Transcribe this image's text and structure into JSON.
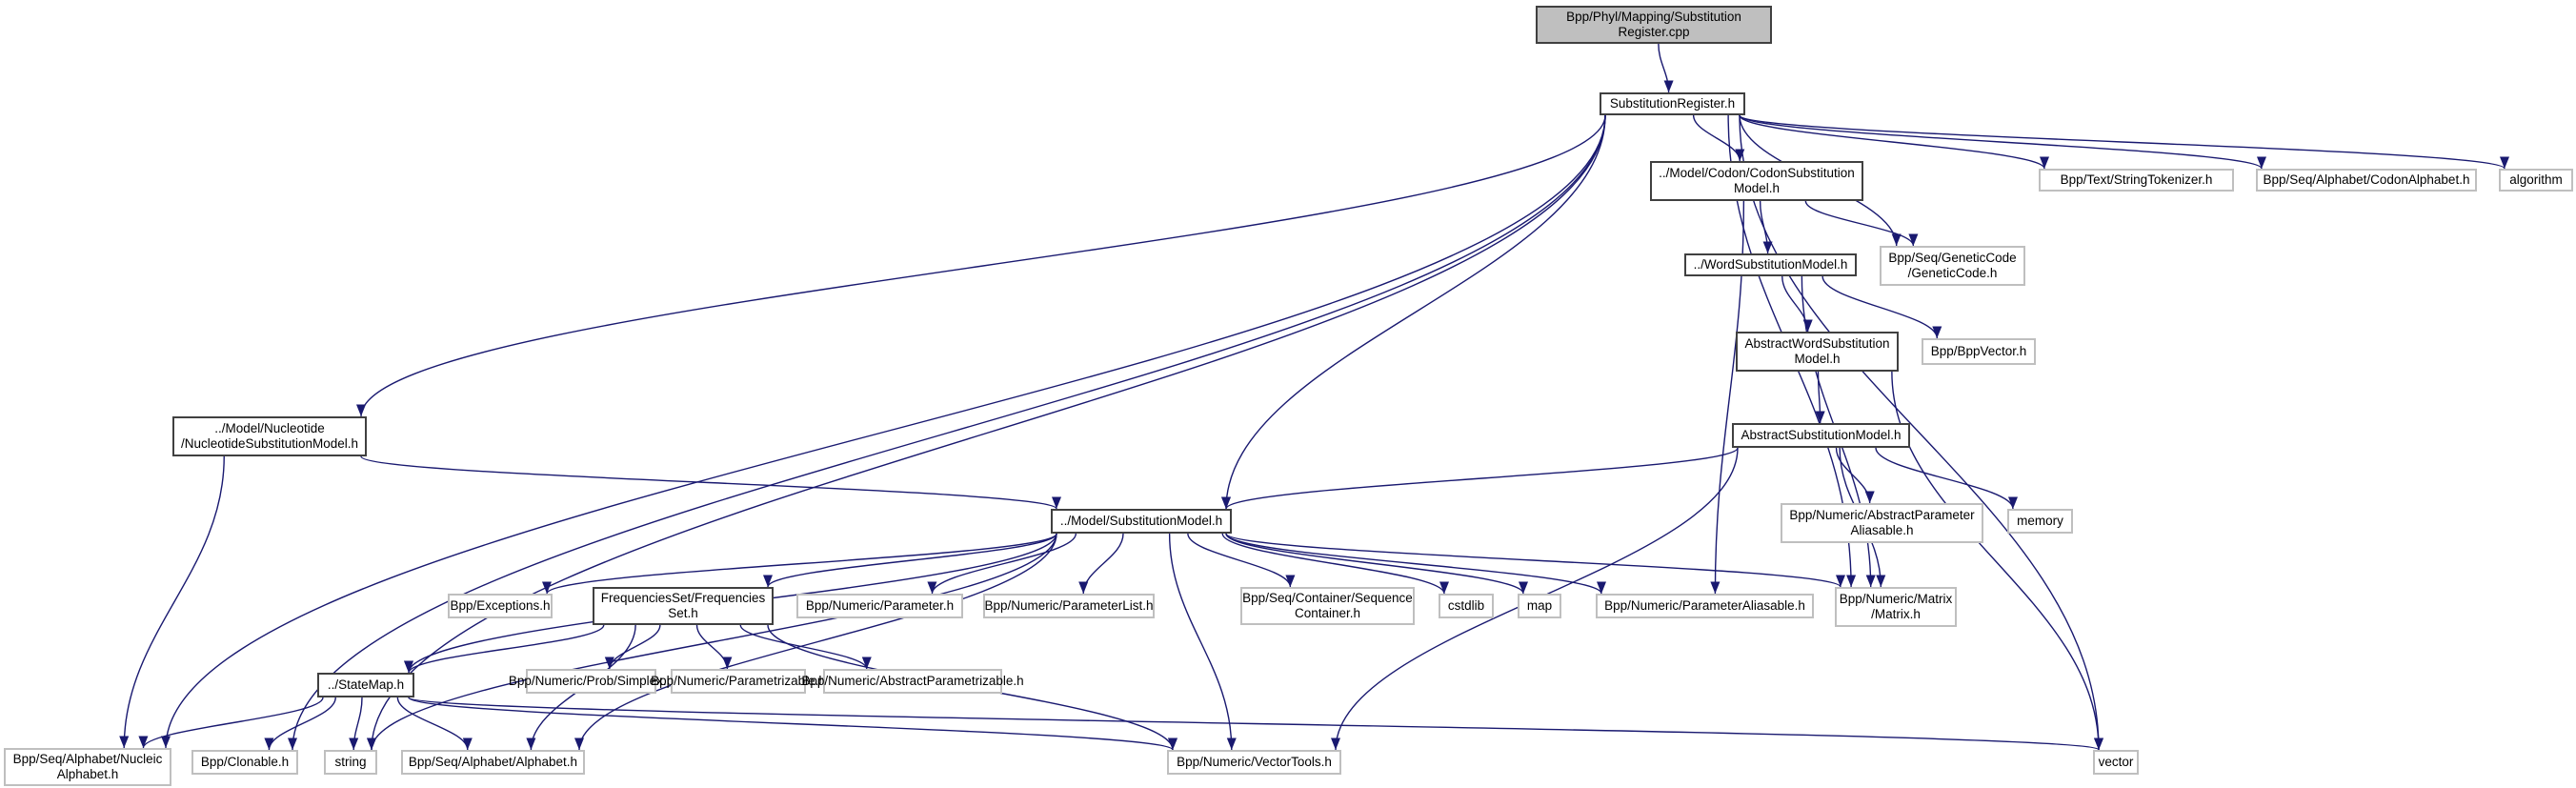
{
  "graph": {
    "title": "Include dependency graph for SubstitutionRegister.cpp",
    "edge_color": "#191970",
    "nodes": [
      {
        "id": "root",
        "label": "Bpp/Phyl/Mapping/Substitution\nRegister.cpp",
        "kind": "root"
      },
      {
        "id": "subreg",
        "label": "SubstitutionRegister.h",
        "kind": "local"
      },
      {
        "id": "codonsm",
        "label": "../Model/Codon/CodonSubstitution\nModel.h",
        "kind": "local"
      },
      {
        "id": "strtok",
        "label": "Bpp/Text/StringTokenizer.h",
        "kind": "sys"
      },
      {
        "id": "codonalpha",
        "label": "Bpp/Seq/Alphabet/CodonAlphabet.h",
        "kind": "sys"
      },
      {
        "id": "algorithm",
        "label": "algorithm",
        "kind": "sys"
      },
      {
        "id": "geneticcode",
        "label": "Bpp/Seq/GeneticCode\n/GeneticCode.h",
        "kind": "sys"
      },
      {
        "id": "wordsm",
        "label": "../WordSubstitutionModel.h",
        "kind": "local"
      },
      {
        "id": "abswordsm",
        "label": "AbstractWordSubstitution\nModel.h",
        "kind": "local"
      },
      {
        "id": "bppvector",
        "label": "Bpp/BppVector.h",
        "kind": "sys"
      },
      {
        "id": "abssm",
        "label": "AbstractSubstitutionModel.h",
        "kind": "local"
      },
      {
        "id": "nucsm",
        "label": "../Model/Nucleotide\n/NucleotideSubstitutionModel.h",
        "kind": "local"
      },
      {
        "id": "sm",
        "label": "../Model/SubstitutionModel.h",
        "kind": "local"
      },
      {
        "id": "absparamalias",
        "label": "Bpp/Numeric/AbstractParameter\nAliasable.h",
        "kind": "sys"
      },
      {
        "id": "memory",
        "label": "memory",
        "kind": "sys"
      },
      {
        "id": "exceptions",
        "label": "Bpp/Exceptions.h",
        "kind": "sys"
      },
      {
        "id": "freqset",
        "label": "FrequenciesSet/Frequencies\nSet.h",
        "kind": "local"
      },
      {
        "id": "parameter",
        "label": "Bpp/Numeric/Parameter.h",
        "kind": "sys"
      },
      {
        "id": "paramlist",
        "label": "Bpp/Numeric/ParameterList.h",
        "kind": "sys"
      },
      {
        "id": "seqcontainer",
        "label": "Bpp/Seq/Container/Sequence\nContainer.h",
        "kind": "sys"
      },
      {
        "id": "cstdlib",
        "label": "cstdlib",
        "kind": "sys"
      },
      {
        "id": "map",
        "label": "map",
        "kind": "sys"
      },
      {
        "id": "paramalias",
        "label": "Bpp/Numeric/ParameterAliasable.h",
        "kind": "sys"
      },
      {
        "id": "matrix",
        "label": "Bpp/Numeric/Matrix\n/Matrix.h",
        "kind": "sys"
      },
      {
        "id": "simplex",
        "label": "Bpp/Numeric/Prob/Simplex.h",
        "kind": "sys"
      },
      {
        "id": "parametrizable",
        "label": "Bpp/Numeric/Parametrizable.h",
        "kind": "sys"
      },
      {
        "id": "absparametrizable",
        "label": "Bpp/Numeric/AbstractParametrizable.h",
        "kind": "sys"
      },
      {
        "id": "statemap",
        "label": "../StateMap.h",
        "kind": "local"
      },
      {
        "id": "nucalpha",
        "label": "Bpp/Seq/Alphabet/Nucleic\nAlphabet.h",
        "kind": "sys"
      },
      {
        "id": "clonable",
        "label": "Bpp/Clonable.h",
        "kind": "sys"
      },
      {
        "id": "string",
        "label": "string",
        "kind": "sys"
      },
      {
        "id": "alphabet",
        "label": "Bpp/Seq/Alphabet/Alphabet.h",
        "kind": "sys"
      },
      {
        "id": "vectortools",
        "label": "Bpp/Numeric/VectorTools.h",
        "kind": "sys"
      },
      {
        "id": "vector",
        "label": "vector",
        "kind": "sys"
      }
    ],
    "edges": [
      [
        "root",
        "subreg"
      ],
      [
        "subreg",
        "codonsm"
      ],
      [
        "subreg",
        "strtok"
      ],
      [
        "subreg",
        "codonalpha"
      ],
      [
        "subreg",
        "algorithm"
      ],
      [
        "subreg",
        "geneticcode"
      ],
      [
        "subreg",
        "nucsm"
      ],
      [
        "subreg",
        "sm"
      ],
      [
        "subreg",
        "nucalpha"
      ],
      [
        "subreg",
        "clonable"
      ],
      [
        "subreg",
        "string"
      ],
      [
        "subreg",
        "vector"
      ],
      [
        "subreg",
        "matrix"
      ],
      [
        "codonsm",
        "wordsm"
      ],
      [
        "codonsm",
        "geneticcode"
      ],
      [
        "codonsm",
        "paramalias"
      ],
      [
        "wordsm",
        "abswordsm"
      ],
      [
        "wordsm",
        "bppvector"
      ],
      [
        "wordsm",
        "matrix"
      ],
      [
        "abswordsm",
        "abssm"
      ],
      [
        "abswordsm",
        "vector"
      ],
      [
        "abssm",
        "sm"
      ],
      [
        "abssm",
        "absparamalias"
      ],
      [
        "abssm",
        "memory"
      ],
      [
        "abssm",
        "vectortools"
      ],
      [
        "abssm",
        "matrix"
      ],
      [
        "nucsm",
        "sm"
      ],
      [
        "nucsm",
        "nucalpha"
      ],
      [
        "sm",
        "exceptions"
      ],
      [
        "sm",
        "freqset"
      ],
      [
        "sm",
        "parameter"
      ],
      [
        "sm",
        "paramlist"
      ],
      [
        "sm",
        "seqcontainer"
      ],
      [
        "sm",
        "cstdlib"
      ],
      [
        "sm",
        "map"
      ],
      [
        "sm",
        "paramalias"
      ],
      [
        "sm",
        "matrix"
      ],
      [
        "sm",
        "statemap"
      ],
      [
        "sm",
        "string"
      ],
      [
        "sm",
        "alphabet"
      ],
      [
        "sm",
        "vectortools"
      ],
      [
        "freqset",
        "statemap"
      ],
      [
        "freqset",
        "simplex"
      ],
      [
        "freqset",
        "parametrizable"
      ],
      [
        "freqset",
        "absparametrizable"
      ],
      [
        "freqset",
        "alphabet"
      ],
      [
        "freqset",
        "vectortools"
      ],
      [
        "statemap",
        "nucalpha"
      ],
      [
        "statemap",
        "clonable"
      ],
      [
        "statemap",
        "string"
      ],
      [
        "statemap",
        "alphabet"
      ],
      [
        "statemap",
        "vectortools"
      ],
      [
        "statemap",
        "vector"
      ]
    ]
  }
}
